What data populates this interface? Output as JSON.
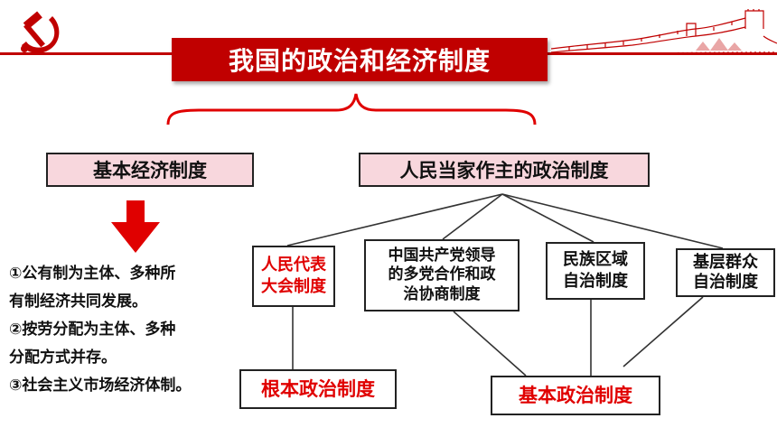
{
  "title": "我国的政治和经济制度",
  "economic": {
    "heading": "基本经济制度",
    "lines": [
      "①公有制为主体、多种所",
      "有制经济共同发展。",
      "②按劳分配为主体、多种",
      "分配方式并存。",
      "③社会主义市场经济体制。"
    ]
  },
  "political": {
    "heading": "人民当家作主的政治制度",
    "systems": {
      "npc": [
        "人民代表",
        "大会制度"
      ],
      "cpc": [
        "中国共产党领导",
        "的多党合作和政",
        "治协商制度"
      ],
      "ethnic": [
        "民族区域",
        "自治制度"
      ],
      "grassroots": [
        "基层群众",
        "自治制度"
      ]
    },
    "fundamental": "根本政治制度",
    "basic": "基本政治制度"
  },
  "colors": {
    "accent_red": "#c00000",
    "label_red": "#e00000",
    "heading_pink": "#f8d7dd"
  },
  "icons": {
    "emblem": "party-emblem-icon",
    "wall": "great-wall-icon",
    "arrow": "down-arrow-icon"
  }
}
